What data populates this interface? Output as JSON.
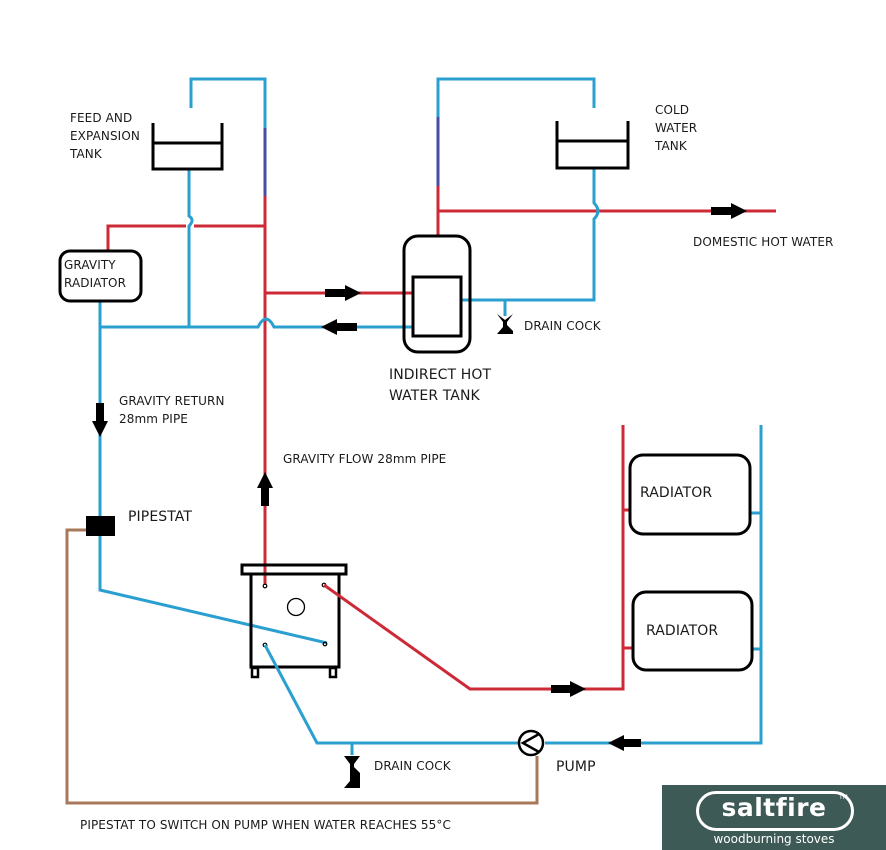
{
  "colors": {
    "hot_flow": "#cc2a36",
    "cold_return": "#2a9fd0",
    "vent": "#4a4aa8",
    "pipestat_wire": "#a8785a",
    "outline": "#000000",
    "logo_bg": "#3e5a56"
  },
  "labels": {
    "feed_tank": "FEED AND\nEXPANSION\nTANK",
    "cold_tank": "COLD\nWATER\nTANK",
    "domestic_hot_water": "DOMESTIC HOT WATER",
    "gravity_radiator": "GRAVITY\nRADIATOR",
    "drain_cock_top": "DRAIN COCK",
    "indirect_tank": "INDIRECT HOT\nWATER TANK",
    "gravity_return": "GRAVITY RETURN\n28mm PIPE",
    "gravity_flow": "GRAVITY FLOW 28mm PIPE",
    "pipestat": "PIPESTAT",
    "radiator_1": "RADIATOR",
    "radiator_2": "RADIATOR",
    "drain_cock_bottom": "DRAIN COCK",
    "pump": "PUMP",
    "footnote": "PIPESTAT TO SWITCH ON PUMP WHEN WATER REACHES 55°C"
  },
  "logo": {
    "brand": "saltfire",
    "trademark": "TM",
    "tagline": "woodburning stoves"
  }
}
